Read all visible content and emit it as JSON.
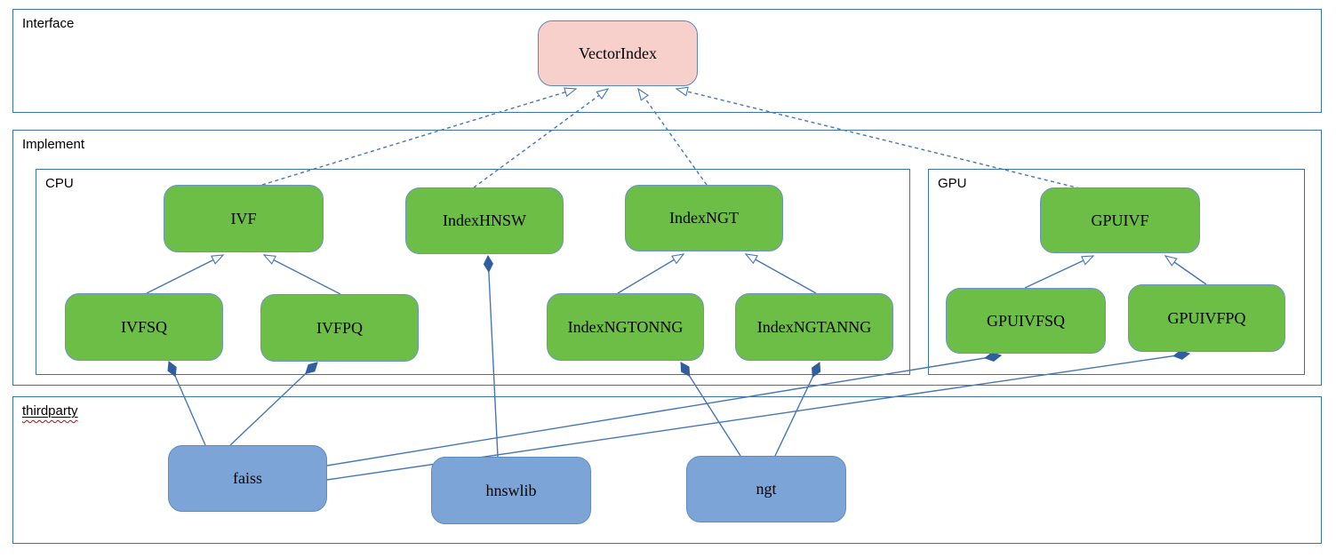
{
  "containers": {
    "interface": {
      "label": "Interface"
    },
    "implement": {
      "label": "Implement"
    },
    "cpu": {
      "label": "CPU"
    },
    "gpu": {
      "label": "GPU"
    },
    "thirdparty": {
      "label": "thirdparty"
    }
  },
  "nodes": {
    "vectorindex": {
      "label": "VectorIndex",
      "kind": "interface"
    },
    "ivf": {
      "label": "IVF",
      "kind": "implementation"
    },
    "indexhnsw": {
      "label": "IndexHNSW",
      "kind": "implementation"
    },
    "indexngt": {
      "label": "IndexNGT",
      "kind": "implementation"
    },
    "ivfsq": {
      "label": "IVFSQ",
      "kind": "implementation"
    },
    "ivfpq": {
      "label": "IVFPQ",
      "kind": "implementation"
    },
    "indexngtonng": {
      "label": "IndexNGTONNG",
      "kind": "implementation"
    },
    "indexngtanng": {
      "label": "IndexNGTANNG",
      "kind": "implementation"
    },
    "gpuivf": {
      "label": "GPUIVF",
      "kind": "implementation"
    },
    "gpuivfsq": {
      "label": "GPUIVFSQ",
      "kind": "implementation"
    },
    "gpuivfpq": {
      "label": "GPUIVFPQ",
      "kind": "implementation"
    },
    "faiss": {
      "label": "faiss",
      "kind": "thirdparty"
    },
    "hnswlib": {
      "label": "hnswlib",
      "kind": "thirdparty"
    },
    "ngt": {
      "label": "ngt",
      "kind": "thirdparty"
    }
  },
  "edges": [
    {
      "from": "ivf",
      "to": "vectorindex",
      "type": "realization"
    },
    {
      "from": "indexhnsw",
      "to": "vectorindex",
      "type": "realization"
    },
    {
      "from": "indexngt",
      "to": "vectorindex",
      "type": "realization"
    },
    {
      "from": "gpuivf",
      "to": "vectorindex",
      "type": "realization"
    },
    {
      "from": "ivfsq",
      "to": "ivf",
      "type": "generalization"
    },
    {
      "from": "ivfpq",
      "to": "ivf",
      "type": "generalization"
    },
    {
      "from": "indexngtonng",
      "to": "indexngt",
      "type": "generalization"
    },
    {
      "from": "indexngtanng",
      "to": "indexngt",
      "type": "generalization"
    },
    {
      "from": "gpuivfsq",
      "to": "gpuivf",
      "type": "generalization"
    },
    {
      "from": "gpuivfpq",
      "to": "gpuivf",
      "type": "generalization"
    },
    {
      "from": "faiss",
      "to": "ivfsq",
      "type": "composition"
    },
    {
      "from": "faiss",
      "to": "ivfpq",
      "type": "composition"
    },
    {
      "from": "faiss",
      "to": "gpuivfsq",
      "type": "composition"
    },
    {
      "from": "faiss",
      "to": "gpuivfpq",
      "type": "composition"
    },
    {
      "from": "hnswlib",
      "to": "indexhnsw",
      "type": "composition"
    },
    {
      "from": "ngt",
      "to": "indexngtonng",
      "type": "composition"
    },
    {
      "from": "ngt",
      "to": "indexngtanng",
      "type": "composition"
    }
  ],
  "colors": {
    "interface_node_fill": "#f8d0cb",
    "implementation_node_fill": "#6cbe46",
    "thirdparty_node_fill": "#7da4d6",
    "container_border": "#3a74ad",
    "connector": "#4576b5",
    "spellcheck_underline": "#cc0000"
  }
}
